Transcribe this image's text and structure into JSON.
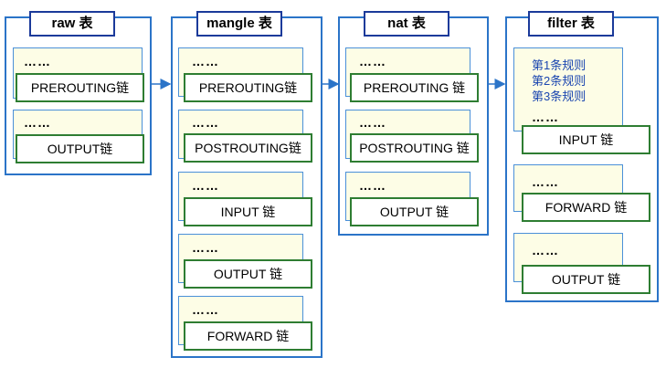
{
  "tables": [
    {
      "title": "raw 表",
      "chains": [
        {
          "dots": "……",
          "chain": "PREROUTING链"
        },
        {
          "dots": "……",
          "chain": "OUTPUT链"
        }
      ]
    },
    {
      "title": "mangle 表",
      "chains": [
        {
          "dots": "……",
          "chain": "PREROUTING链"
        },
        {
          "dots": "……",
          "chain": "POSTROUTING链"
        },
        {
          "dots": "……",
          "chain": "INPUT 链"
        },
        {
          "dots": "……",
          "chain": "OUTPUT 链"
        },
        {
          "dots": "……",
          "chain": "FORWARD 链"
        }
      ]
    },
    {
      "title": "nat 表",
      "chains": [
        {
          "dots": "……",
          "chain": "PREROUTING 链"
        },
        {
          "dots": "……",
          "chain": "POSTROUTING 链"
        },
        {
          "dots": "……",
          "chain": "OUTPUT 链"
        }
      ]
    },
    {
      "title": "filter 表",
      "chains": [
        {
          "rules": [
            "第1条规则",
            "第2条规则",
            "第3条规则"
          ],
          "dots": "……",
          "chain": "INPUT 链"
        },
        {
          "dots": "……",
          "chain": "FORWARD 链"
        },
        {
          "dots": "……",
          "chain": "OUTPUT 链"
        }
      ]
    }
  ],
  "colors": {
    "table_border": "#2b74c8",
    "title_border": "#1b3a9a",
    "rule_box_fill": "#fdfde6",
    "chain_border": "#2e7d32",
    "rule_text": "#1b46b0",
    "arrow": "#2b74c8"
  }
}
